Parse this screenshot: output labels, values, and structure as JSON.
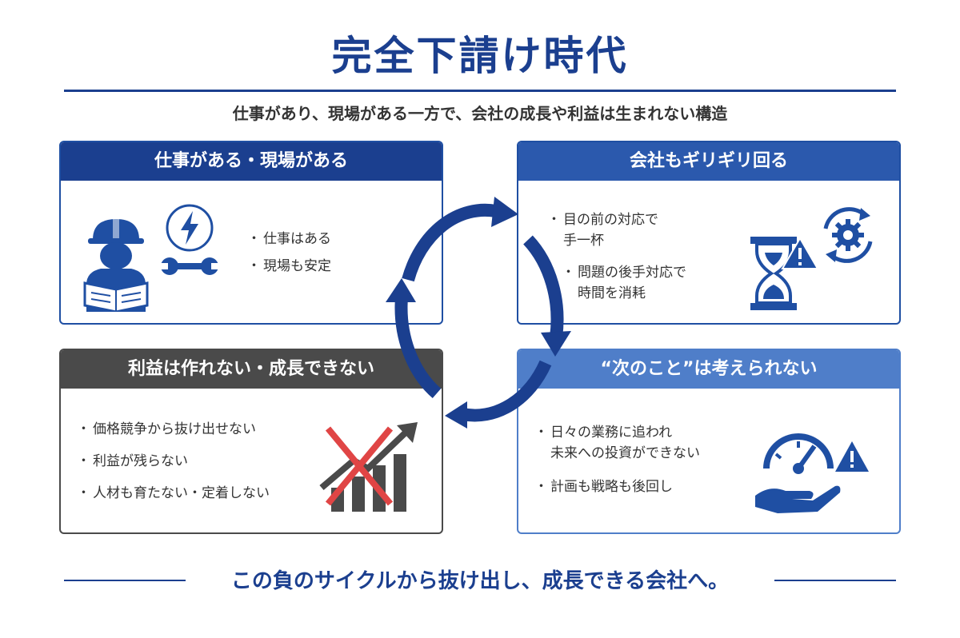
{
  "title": "完全下請け時代",
  "subtitle": "仕事があり、現場がある一方で、会社の成長や利益は生まれない構造",
  "colors": {
    "navy": "#1b3f8f",
    "blue": "#2b59ad",
    "light_blue": "#4f7ec9",
    "dark_gray": "#4a4a4a",
    "red": "#e04545"
  },
  "panels": {
    "top_left": {
      "heading": "仕事がある・現場がある",
      "bullets": [
        "仕事はある",
        "現場も安定"
      ],
      "icons": [
        "construction-worker-icon",
        "lightning-icon",
        "wrench-icon"
      ]
    },
    "top_right": {
      "heading": "会社もギリギリ回る",
      "bullets": [
        "目の前の対応で\n手一杯",
        "問題の後手対応で\n時間を消耗"
      ],
      "icons": [
        "hourglass-icon",
        "warning-icon",
        "gear-cycle-icon"
      ]
    },
    "bottom_left": {
      "heading": "利益は作れない・成長できない",
      "bullets": [
        "価格競争から抜け出せない",
        "利益が残らない",
        "人材も育たない・定着しない"
      ],
      "icons": [
        "crossed-growth-chart-icon"
      ]
    },
    "bottom_right": {
      "heading": "“次のこと”は考えられない",
      "bullets": [
        "日々の業務に追われ\n未来への投資ができない",
        "計画も戦略も後回し"
      ],
      "icons": [
        "gauge-hand-icon",
        "warning-icon"
      ]
    }
  },
  "footer": "この負のサイクルから抜け出し、成長できる会社へ。"
}
